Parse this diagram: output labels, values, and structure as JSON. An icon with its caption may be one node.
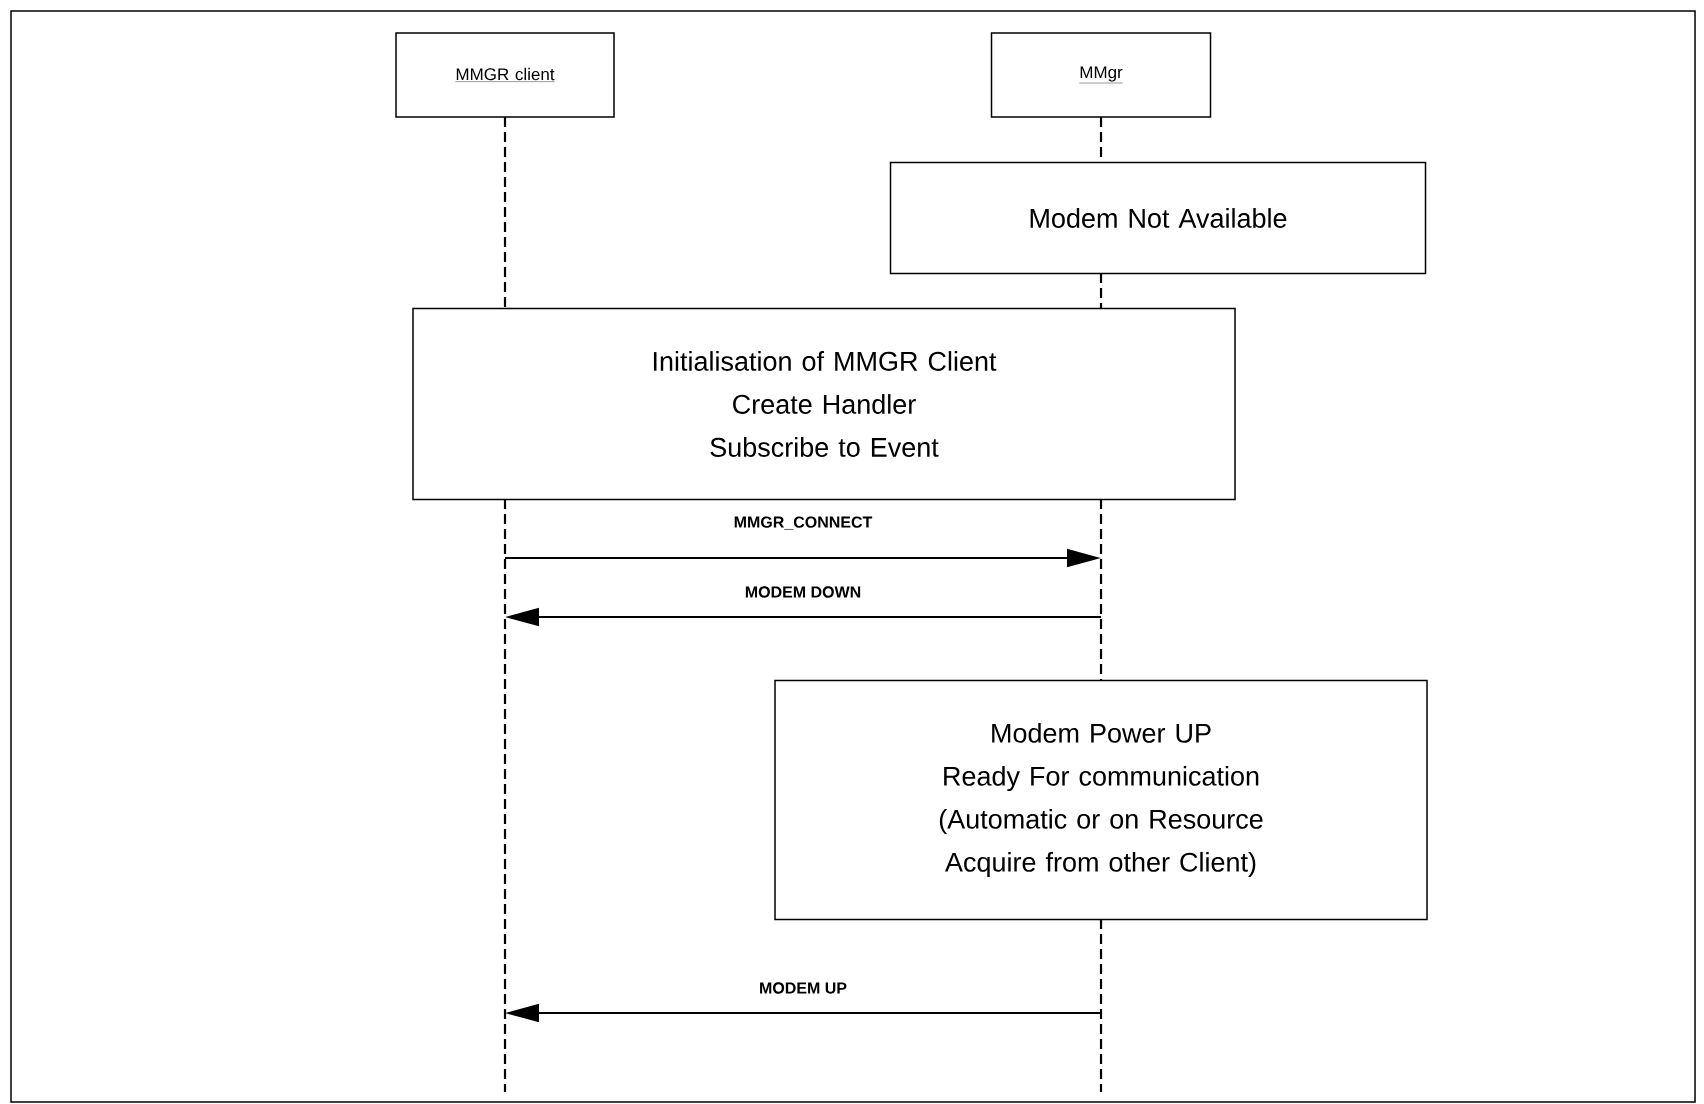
{
  "diagram": {
    "nodes": [
      {
        "text": [
          "MMGR client"
        ]
      },
      {
        "text": [
          "MMgr"
        ]
      },
      {
        "text": [
          "Modem Not Available"
        ]
      },
      {
        "text": [
          "Initialisation of MMGR Client",
          "Create Handler",
          "Subscribe to Event"
        ]
      },
      {
        "text": [
          "Modem Power UP",
          "Ready For communication",
          "(Automatic or on Resource Acquire from other Client)"
        ]
      }
    ],
    "edges": [
      {
        "from": 0,
        "to": 1,
        "arrow": "to",
        "label": "MMGR_CONNECT"
      },
      {
        "from": 1,
        "to": 0,
        "arrow": "to",
        "label": "MODEM DOWN"
      },
      {
        "from": 1,
        "to": 0,
        "arrow": "to",
        "label": "MODEM UP"
      }
    ]
  }
}
